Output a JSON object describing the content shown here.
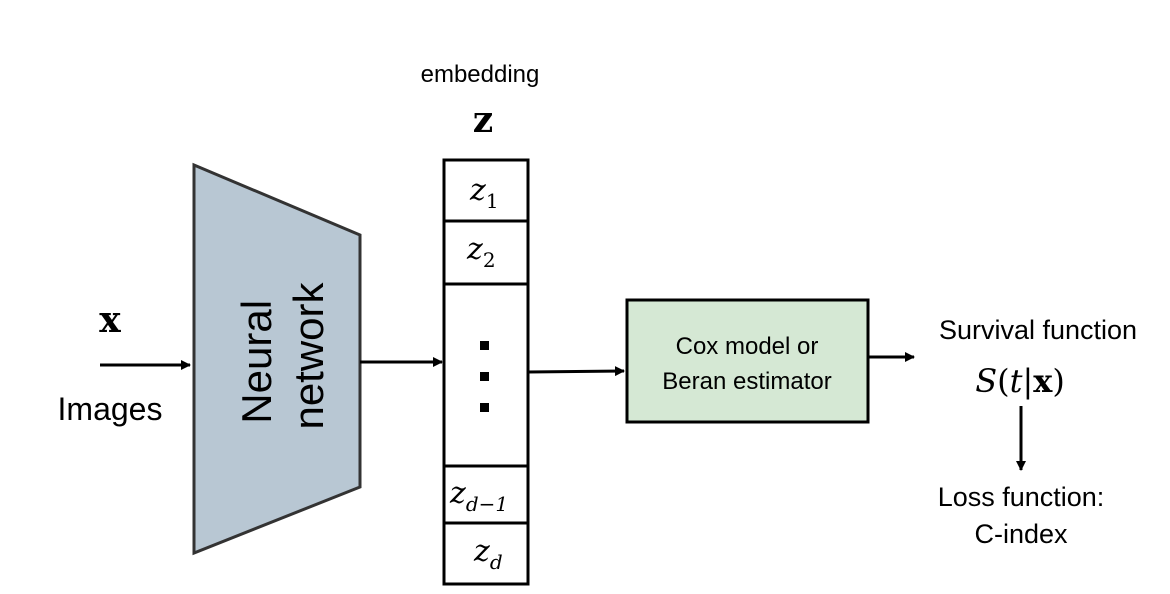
{
  "input": {
    "symbol": "x",
    "label": "Images"
  },
  "network": {
    "line1": "Neural",
    "line2": "network",
    "fill": "#b8c7d3"
  },
  "embedding": {
    "title": "embedding",
    "symbol": "z",
    "cells": [
      {
        "base": "z",
        "sub": "1"
      },
      {
        "base": "z",
        "sub": "2"
      },
      {
        "base": "",
        "sub": ""
      },
      {
        "base": "z",
        "sub": "d−1"
      },
      {
        "base": "z",
        "sub": "d"
      }
    ]
  },
  "model": {
    "line1": "Cox model or",
    "line2": "Beran estimator",
    "fill": "#d5e8d4"
  },
  "output": {
    "title": "Survival function",
    "formula": {
      "S": "S",
      "paren_open": "(",
      "t": "t",
      "bar": "|",
      "x": "x",
      "paren_close": ")"
    }
  },
  "loss": {
    "line1": "Loss function:",
    "line2": "C-index"
  }
}
